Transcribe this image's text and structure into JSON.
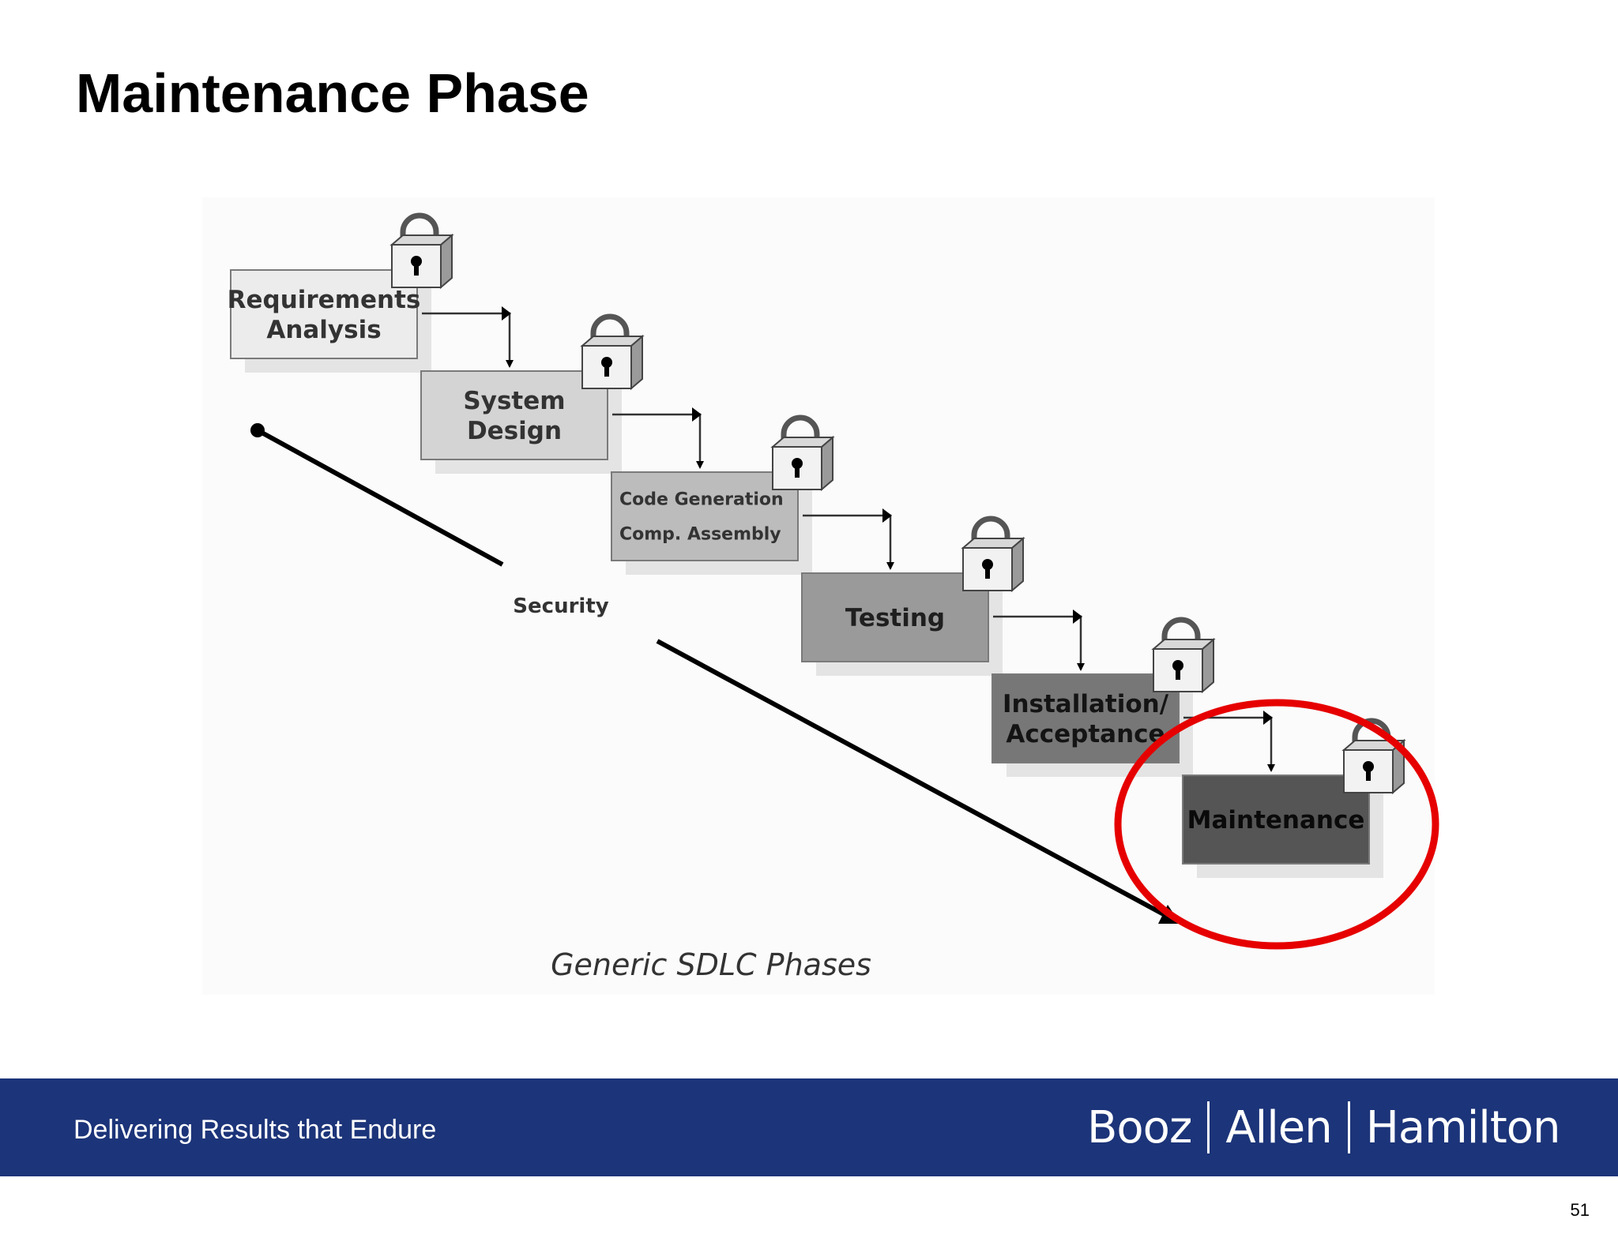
{
  "slide": {
    "title": "Maintenance Phase",
    "page_number": "51"
  },
  "diagram": {
    "caption": "Generic SDLC Phases",
    "axis_label": "Security",
    "phases": [
      {
        "lines": [
          "Requirements",
          "Analysis"
        ],
        "fill": "#ececec",
        "text_color": "#333333"
      },
      {
        "lines": [
          "System",
          "Design"
        ],
        "fill": "#d4d4d4",
        "text_color": "#333333"
      },
      {
        "lines": [
          "Code Generation",
          "Comp. Assembly"
        ],
        "fill": "#bcbcbc",
        "text_color": "#333333"
      },
      {
        "lines": [
          "Testing"
        ],
        "fill": "#9a9a9a",
        "text_color": "#1f1f1f"
      },
      {
        "lines": [
          "Installation/",
          "Acceptance"
        ],
        "fill": "#777777",
        "text_color": "#141414"
      },
      {
        "lines": [
          "Maintenance"
        ],
        "fill": "#555555",
        "text_color": "#0a0a0a"
      }
    ],
    "highlighted_phase": "Maintenance",
    "highlight_color": "#e60000"
  },
  "footer": {
    "tagline": "Delivering Results that Endure",
    "logo": [
      "Booz",
      "Allen",
      "Hamilton"
    ],
    "bar_color": "#1c3479"
  }
}
